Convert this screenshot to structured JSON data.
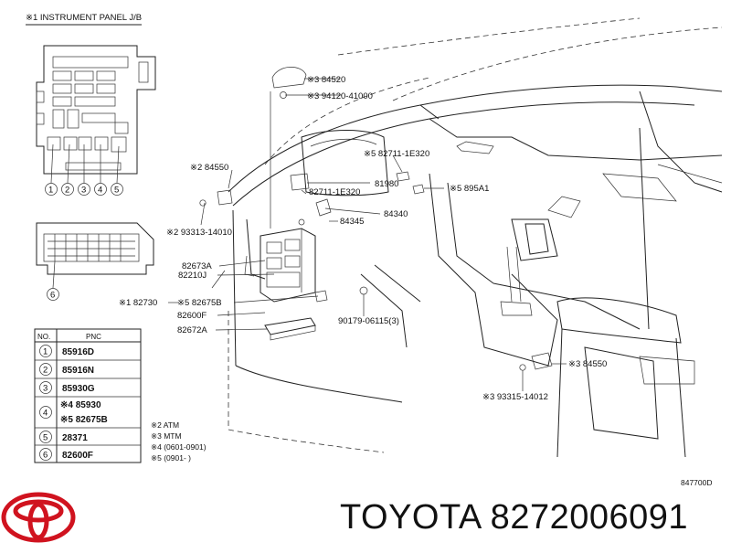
{
  "header": {
    "title": "※1 INSTRUMENT PANEL J/B"
  },
  "diagram_code": "847700D",
  "brand_line": "TOYOTA 8272006091",
  "brand_colors": {
    "logo_red": "#d0131f"
  },
  "callouts": {
    "c84520": "※3 84520",
    "c94120": "※3 94120-41000",
    "c84550a": "※2 84550",
    "c93313": "※2 93313-14010",
    "c82711a": "※5 82711-1E320",
    "c81980": "81980",
    "c82711b": "82711-1E320",
    "c895a1": "※5 895A1",
    "c84345": "84345",
    "c84340": "84340",
    "c82673a": "82673A",
    "c82210j": "82210J",
    "c82730": "※1 82730",
    "c82675b": "※5 82675B",
    "c82600f": "82600F",
    "c82672a": "82672A",
    "c90179": "90179-06115(3)",
    "c84550b": "※3 84550",
    "c93315": "※3 93315-14012"
  },
  "table": {
    "headers": [
      "NO.",
      "PNC"
    ],
    "rows": [
      {
        "no": "1",
        "pnc": "85916D"
      },
      {
        "no": "2",
        "pnc": "85916N"
      },
      {
        "no": "3",
        "pnc": "85930G"
      },
      {
        "no": "4",
        "pnc": "※4 85930",
        "pnc2": "※5 82675B"
      },
      {
        "no": "5",
        "pnc": "28371"
      },
      {
        "no": "6",
        "pnc": "82600F"
      }
    ]
  },
  "legend": [
    "※2 ATM",
    "※3 MTM",
    "※4 (0601-0901)",
    "※5 (0901-      )"
  ],
  "jb_numbers": [
    "1",
    "2",
    "3",
    "4",
    "5",
    "6"
  ]
}
